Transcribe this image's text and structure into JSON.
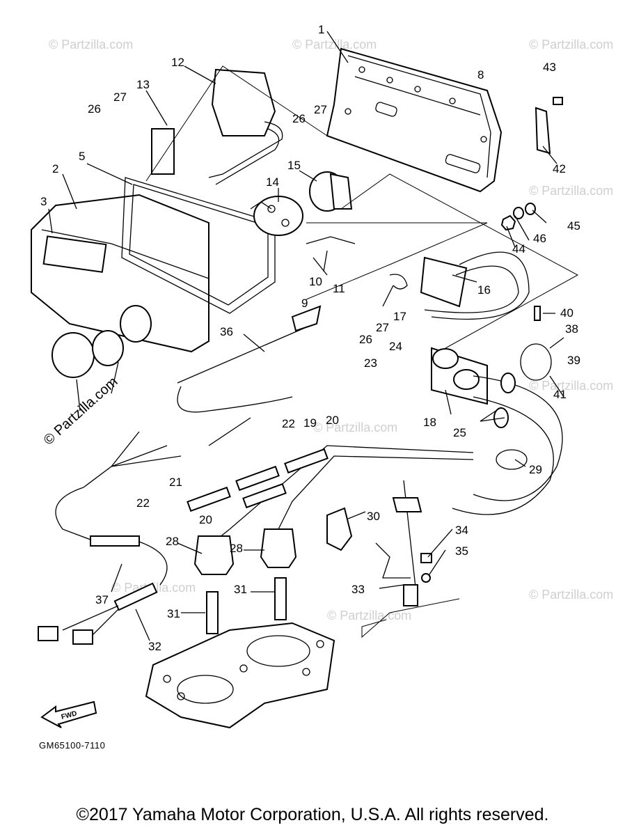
{
  "watermark": "© Partzilla.com",
  "drawing_code": "GM65100-7110",
  "fwd_label": "FWD",
  "copyright": "©2017 Yamaha Motor Corporation, U.S.A. All rights reserved.",
  "callouts": [
    "1",
    "2",
    "3",
    "5",
    "8",
    "9",
    "10",
    "11",
    "12",
    "13",
    "14",
    "15",
    "16",
    "17",
    "18",
    "19",
    "20",
    "21",
    "22",
    "23",
    "24",
    "25",
    "26",
    "27",
    "28",
    "29",
    "30",
    "31",
    "32",
    "33",
    "34",
    "35",
    "36",
    "37",
    "38",
    "39",
    "40",
    "41",
    "42",
    "43",
    "44",
    "45",
    "46"
  ]
}
